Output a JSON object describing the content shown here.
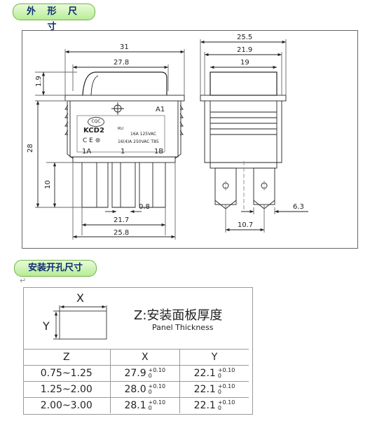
{
  "section_outline": {
    "label": "外 形 尺 寸"
  },
  "section_mounting": {
    "label": "安装开孔尺寸"
  },
  "paragraph_mark": "↵",
  "side_view": {
    "dim_total_width": "31",
    "dim_rocker_width": "27.8",
    "dim_rocker_height": "1.9",
    "dim_body_height": "28",
    "dim_terminal_height": "10",
    "dim_terminal_thickness": "0.8",
    "dim_terminal_span": "21.7",
    "dim_base_width": "25.8",
    "label_a1": "A1",
    "label_1a": "1A",
    "label_1": "1",
    "label_1b": "1B",
    "model": "KCD2",
    "rating_1": "16A 125VAC",
    "rating_2": "16(4)A 250VAC T85"
  },
  "front_view": {
    "dim_total_width": "25.5",
    "dim_mid_width": "21.9",
    "dim_body_width": "19",
    "dim_terminal_width": "6.3",
    "dim_terminal_pitch": "10.7"
  },
  "cutout": {
    "x_label": "X",
    "y_label": "Y",
    "title_cn": "Z:安装面板厚度",
    "title_en": "Panel Thickness",
    "headers": [
      "Z",
      "X",
      "Y"
    ],
    "tolerance_upper": "+0.10",
    "tolerance_lower": "0",
    "rows": [
      {
        "z": "0.75~1.25",
        "x": "27.9",
        "y": "22.1"
      },
      {
        "z": "1.25~2.00",
        "x": "28.0",
        "y": "22.1"
      },
      {
        "z": "2.00~3.00",
        "x": "28.1",
        "y": "22.1"
      }
    ]
  }
}
